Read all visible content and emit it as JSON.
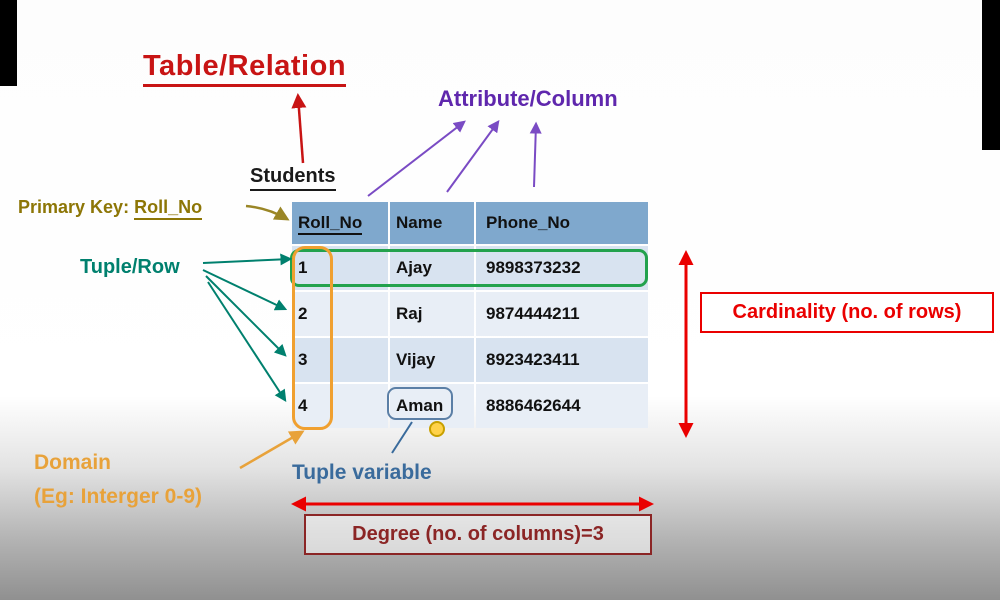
{
  "labels": {
    "title": "Table/Relation",
    "attribute_column": "Attribute/Column",
    "table_name": "Students",
    "primary_key_prefix": "Primary Key:",
    "primary_key_value": "Roll_No",
    "tuple_row": "Tuple/Row",
    "cardinality": "Cardinality (no. of rows)",
    "tuple_variable": "Tuple variable",
    "domain_title": "Domain",
    "domain_example": "(Eg: Interger 0-9)",
    "degree": "Degree (no. of columns)=3"
  },
  "table": {
    "name": "Students",
    "headers": [
      "Roll_No",
      "Name",
      "Phone_No"
    ],
    "rows": [
      [
        "1",
        "Ajay",
        "9898373232"
      ],
      [
        "2",
        "Raj",
        "9874444211"
      ],
      [
        "3",
        "Vijay",
        "8923423411"
      ],
      [
        "4",
        "Aman",
        "8886462644"
      ]
    ]
  },
  "colors": {
    "title_red": "#c81414",
    "attribute_purple": "#5f27ad",
    "primary_key_olive": "#8d7606",
    "tuple_teal": "#00806e",
    "cardinality_red": "#ea0000",
    "degree_maroon": "#8b2525",
    "domain_orange": "#e8a23a",
    "tuple_variable_blue": "#3a6b9c",
    "table_header_bg": "#7fa8cd",
    "row_light_a": "#d8e3f0",
    "row_light_b": "#e8eef6",
    "row_highlight_green": "#23a24d",
    "column_highlight_orange": "#f0a030",
    "pointer_dot_yellow": "#ffd24a"
  }
}
